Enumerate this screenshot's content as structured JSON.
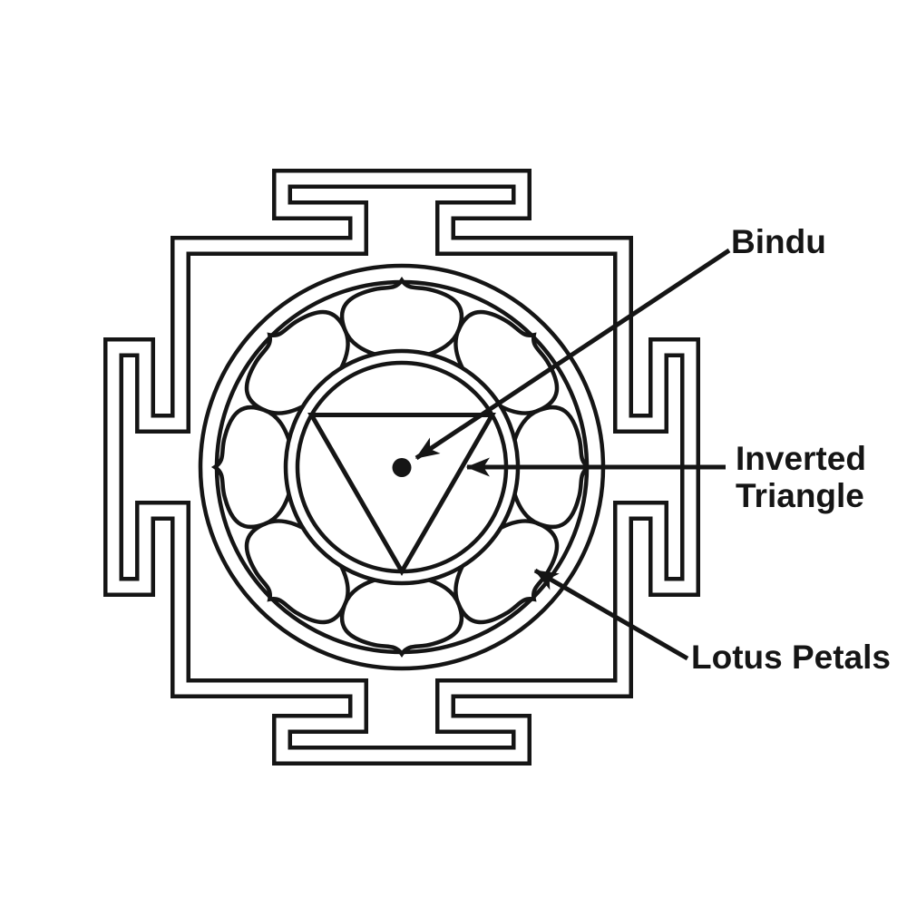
{
  "diagram": {
    "figure": "chakra-yantra-line-diagram",
    "labels": {
      "bindu": "Bindu",
      "inverted_triangle": "Inverted\nTriangle",
      "lotus_petals": "Lotus Petals"
    },
    "colors": {
      "line": "#151515",
      "background": "#ffffff",
      "text": "#151515"
    },
    "parts": [
      "bhupura-square-with-four-gates",
      "outer-circle-ring",
      "lotus-petal-ring-8-petals",
      "inner-circle-ring",
      "inverted-triangle",
      "bindu-dot"
    ]
  }
}
